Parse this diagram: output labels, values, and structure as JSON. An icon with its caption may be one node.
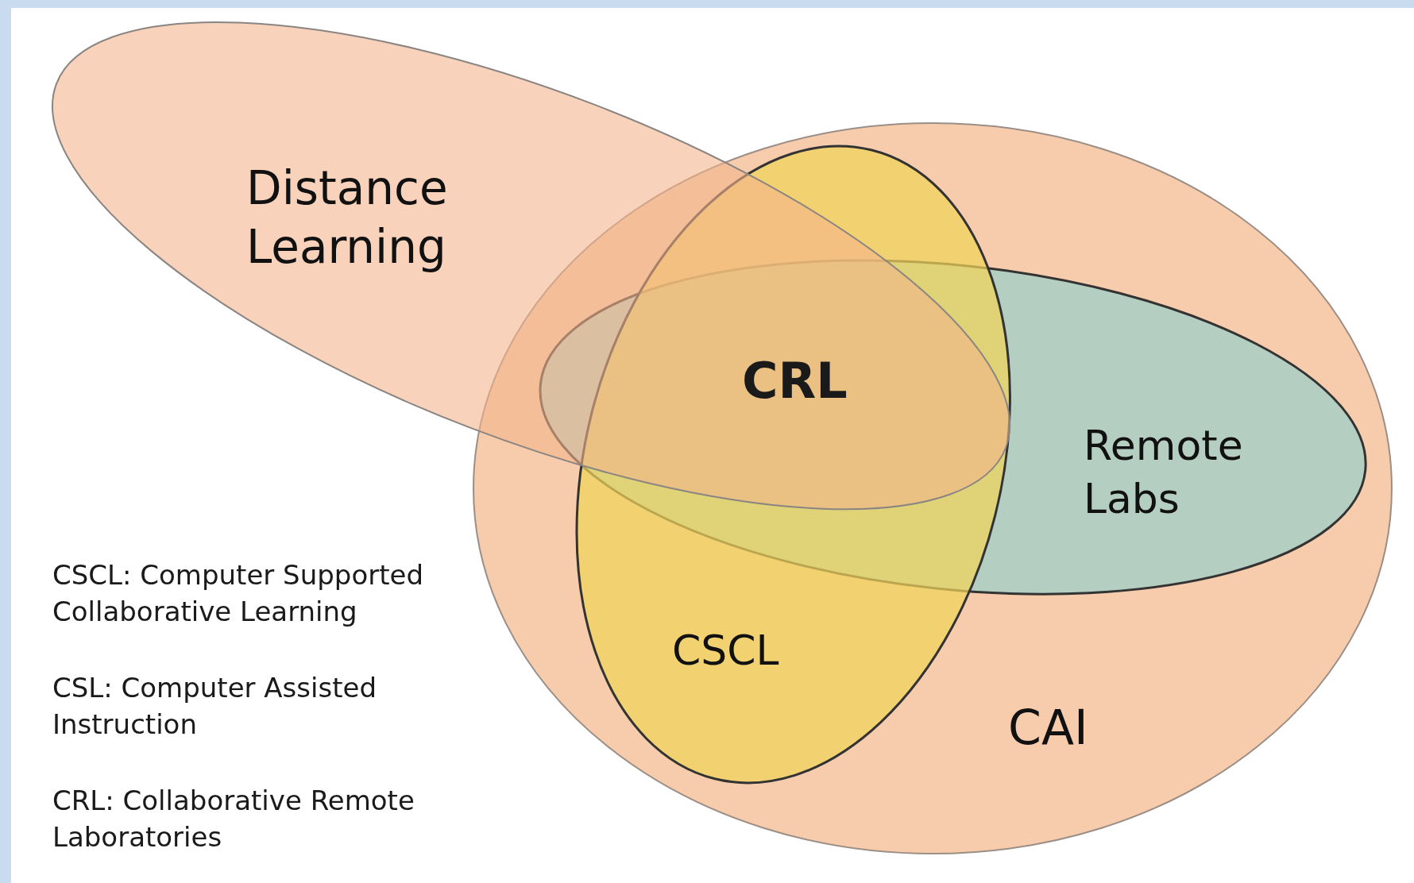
{
  "diagram": {
    "nodes": [
      {
        "text": [
          "CAI"
        ]
      },
      {
        "text": [
          "Distance Learning"
        ]
      },
      {
        "text": [
          "Remote Labs"
        ],
        "in": 0
      },
      {
        "text": [
          "CSCL"
        ],
        "in": 0
      }
    ],
    "labels": [
      "CRL",
      "CSCL: Computer Supported Collaborative Learning",
      "CSL: Computer Assisted Instruction",
      "CRL: Collaborative Remote Laboratories"
    ]
  }
}
